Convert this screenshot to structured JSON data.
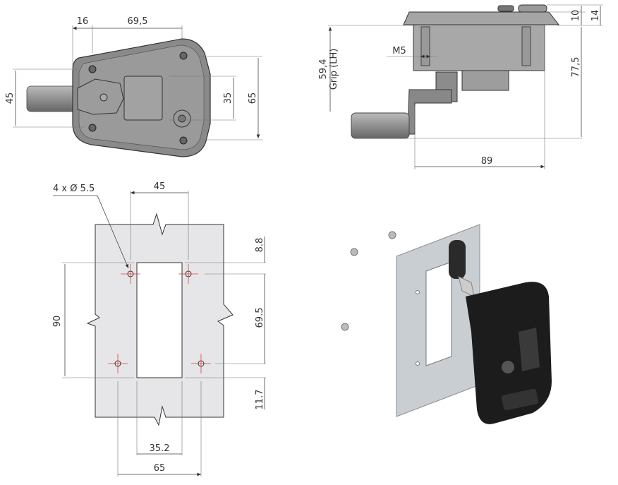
{
  "top_view": {
    "dims": {
      "d16": "16",
      "d69_5": "69,5",
      "d45": "45",
      "d35": "35",
      "d65": "65"
    }
  },
  "side_view": {
    "dims": {
      "d10": "10",
      "d14": "14",
      "d77_5": "77,5",
      "d59_4": "59,4",
      "grip": "Grip (LH)",
      "m5": "M5",
      "d89": "89"
    }
  },
  "cutout_view": {
    "dims": {
      "holes": "4 x Ø 5.5",
      "d45": "45",
      "d8_8": "8.8",
      "d69_5": "69.5",
      "d90": "90",
      "d11_7": "11.7",
      "d35_2": "35.2",
      "d65": "65"
    }
  },
  "colors": {
    "body": "#8f8f8f",
    "plate": "#e6e6e8",
    "red": "#e23b3b",
    "latch": "#1c1c1c"
  }
}
